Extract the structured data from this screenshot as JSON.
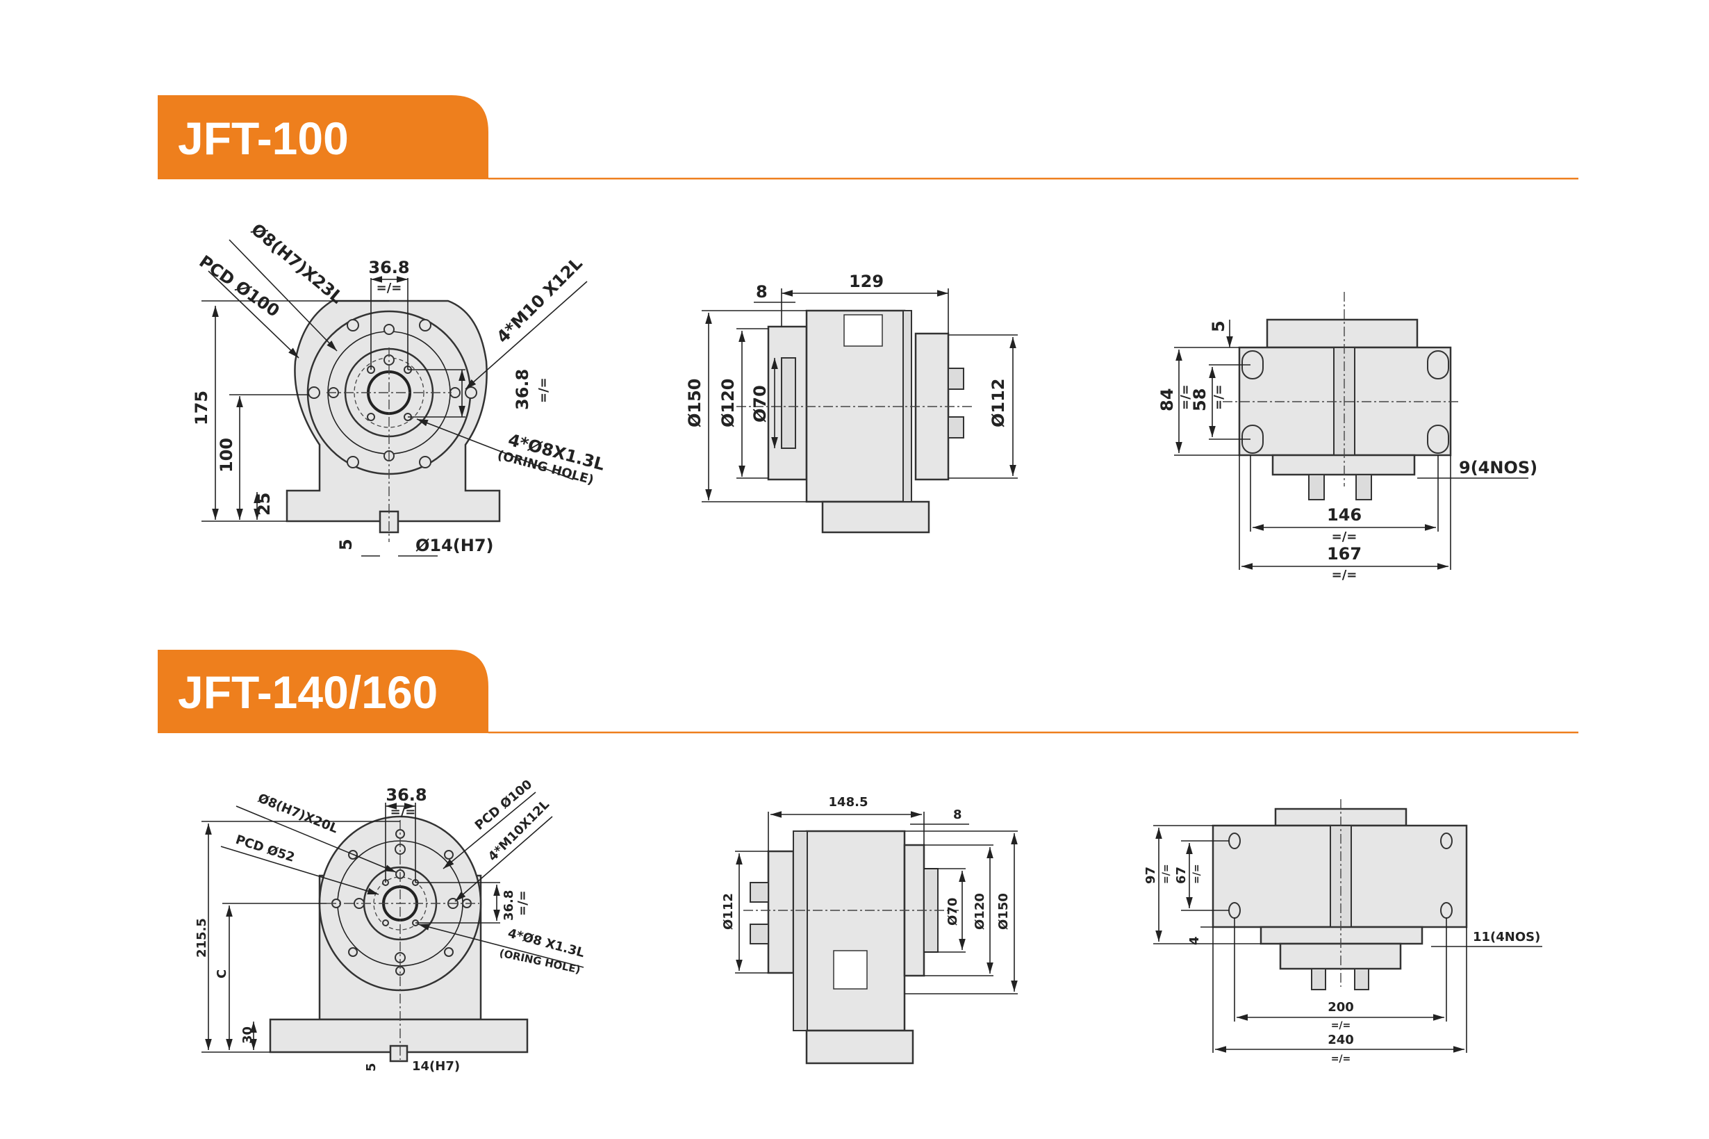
{
  "colors": {
    "accent": "#EE7F1D",
    "part_fill": "#E6E6E6",
    "line": "#333333"
  },
  "sections": [
    {
      "title": "JFT-100",
      "front_view": {
        "dowel": "Ø8(H7)X23L",
        "pcd": "PCD Ø100",
        "pitch_h": "36.8",
        "eq_h": "=/=",
        "tap": "4*M10 X12L",
        "pitch_v": "36.8",
        "eq_v": "=/=",
        "oring": "4*Ø8X1.3L",
        "oring_note": "(ORING HOLE)",
        "height_total": "175",
        "height_center": "100",
        "base_height": "25",
        "key_depth": "5",
        "key_width": "Ø14(H7)"
      },
      "side_view": {
        "flange": "8",
        "length": "129",
        "d150": "Ø150",
        "d120": "Ø120",
        "d70": "Ø70",
        "d112": "Ø112"
      },
      "top_view": {
        "offset": "5",
        "h_total": "84",
        "eq1": "=/=",
        "h_slot": "58",
        "eq2": "=/=",
        "slot": "9(4NOS)",
        "w_inner": "146",
        "eq3": "=/=",
        "w_outer": "167",
        "eq4": "=/="
      }
    },
    {
      "title": "JFT-140/160",
      "front_view": {
        "dowel": "Ø8(H7)X20L",
        "pcd_small": "PCD Ø52",
        "pcd": "PCD Ø100",
        "pitch_h": "36.8",
        "eq_h": "=/=",
        "tap": "4*M10X12L",
        "pitch_v": "36.8",
        "eq_v": "=/=",
        "oring": "4*Ø8 X1.3L",
        "oring_note": "(ORING HOLE)",
        "height_total": "215.5",
        "height_center": "C",
        "base_height": "30",
        "key_depth": "5",
        "key_width": "14(H7)"
      },
      "side_view": {
        "length": "148.5",
        "flange": "8",
        "d112": "Ø112",
        "d70": "Ø70",
        "d120": "Ø120",
        "d150": "Ø150"
      },
      "top_view": {
        "h_total": "97",
        "eq1": "=/=",
        "h_slot": "67",
        "eq2": "=/=",
        "offset": "4",
        "slot": "11(4NOS)",
        "w_inner": "200",
        "eq3": "=/=",
        "w_outer": "240",
        "eq4": "=/="
      }
    }
  ]
}
